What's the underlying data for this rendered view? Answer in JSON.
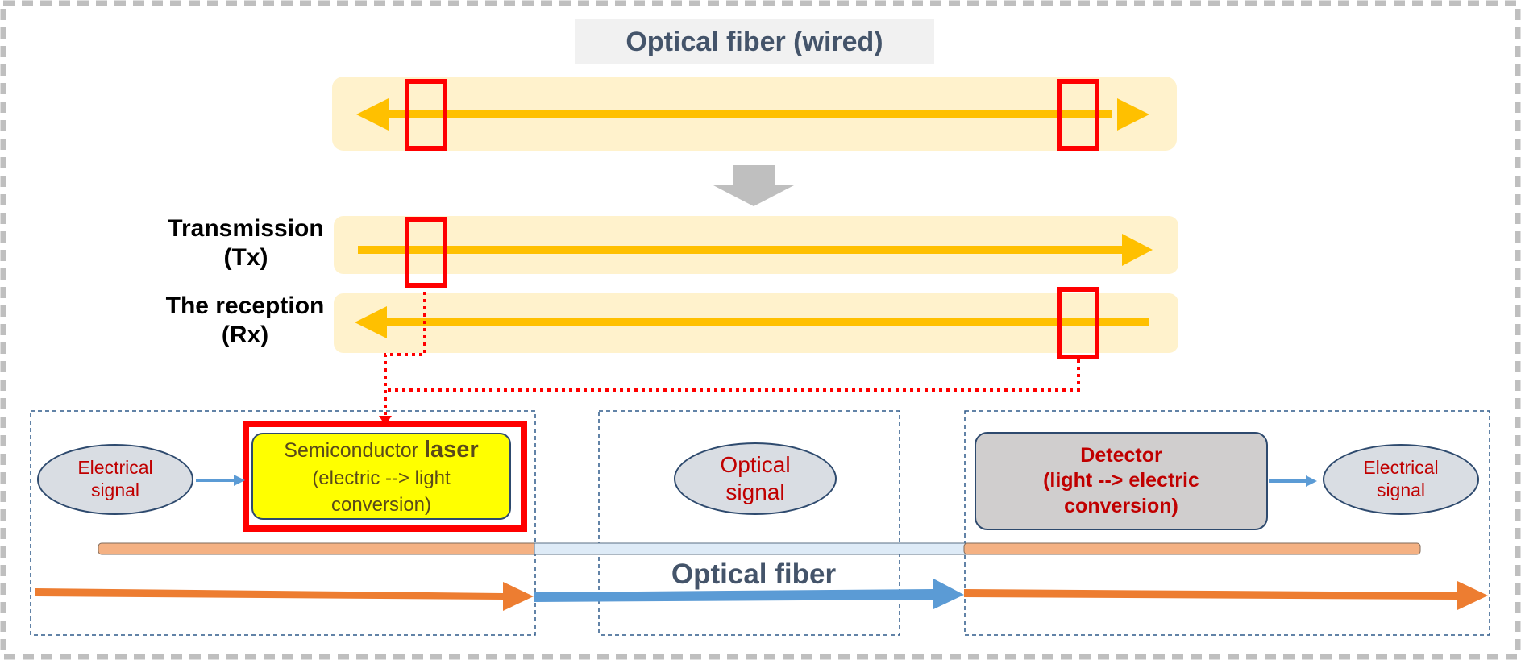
{
  "title": "Optical fiber (wired)",
  "labels": {
    "tx_line1": "Transmission",
    "tx_line2": "(Tx)",
    "rx_line1": "The reception",
    "rx_line2": "(Rx)"
  },
  "left_section": {
    "electrical_signal_line1": "Electrical",
    "electrical_signal_line2": "signal",
    "laser_line1_prefix": "Semiconductor ",
    "laser_line1_bold": "laser",
    "laser_line2": "(electric --> light",
    "laser_line3": "conversion)"
  },
  "middle_section": {
    "optical_signal_line1": "Optical",
    "optical_signal_line2": "signal",
    "fiber_label": "Optical fiber"
  },
  "right_section": {
    "detector_line1": "Detector",
    "detector_line2": "(light --> electric",
    "detector_line3": "conversion)",
    "electrical_signal_line1": "Electrical",
    "electrical_signal_line2": "signal"
  },
  "colors": {
    "band": "#fff2cc",
    "arrow_gold": "#ffc000",
    "highlight_red": "#ff0000",
    "arrow_orange": "#ed7d31",
    "arrow_blue": "#5b9bd5",
    "text_slate": "#44546a",
    "text_darkred": "#c00000",
    "laser_fill": "#ffff00",
    "detector_fill": "#d0cece",
    "ellipse_fill": "#d9dde3",
    "fiber_copper": "#f4b183",
    "fiber_core": "#deebf7",
    "down_arrow": "#bfbfbf"
  }
}
